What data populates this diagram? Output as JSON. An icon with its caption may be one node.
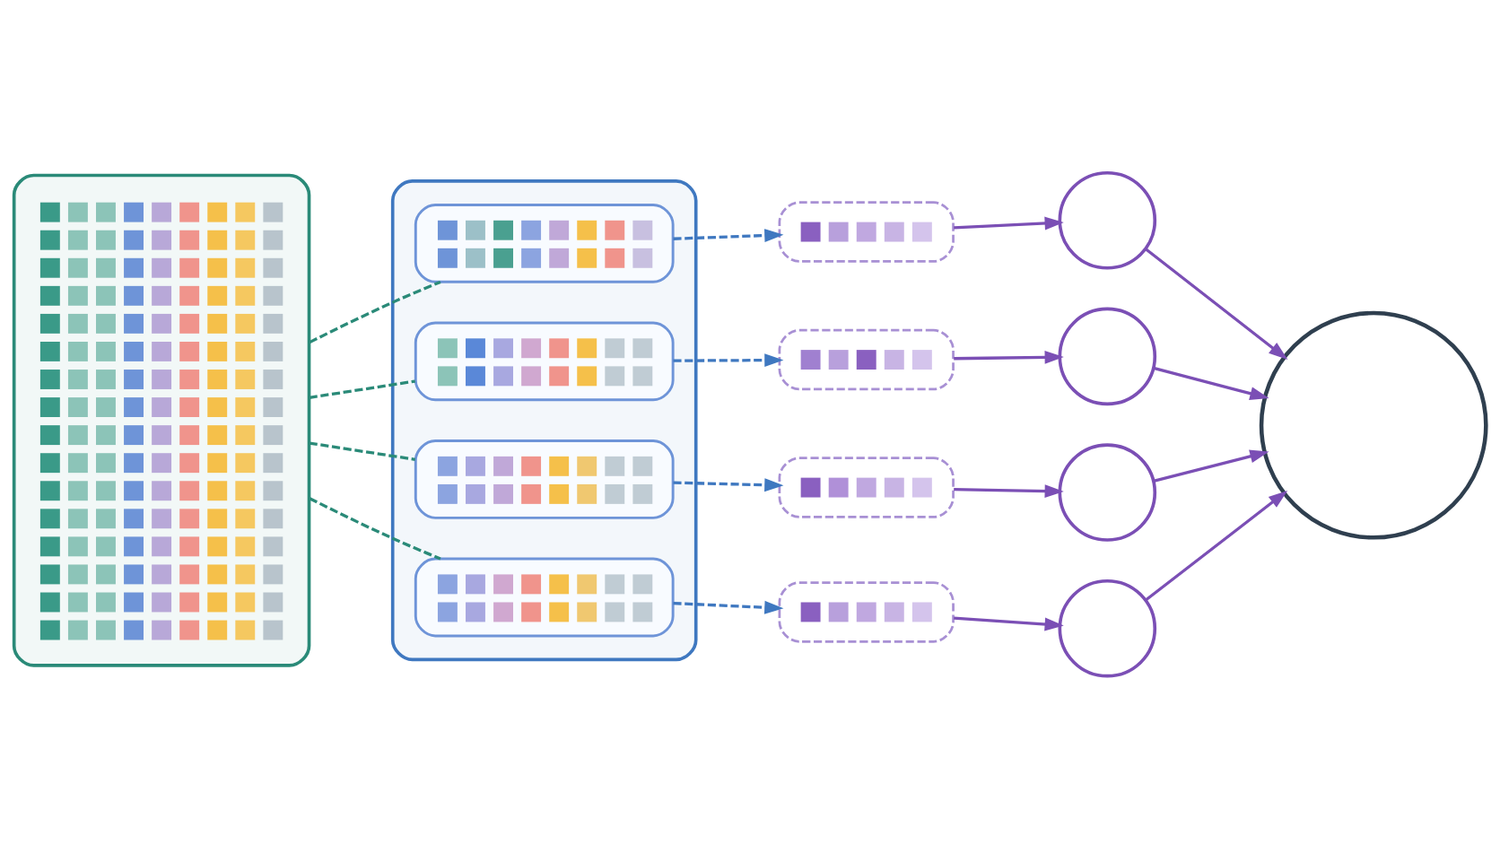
{
  "diagram": {
    "nodes": [
      {
        "text": [],
        "shape": "box"
      },
      {
        "text": [],
        "shape": "box"
      },
      {
        "text": [],
        "shape": "box",
        "in": 1
      },
      {
        "text": [],
        "shape": "box",
        "in": 1
      },
      {
        "text": [],
        "shape": "box",
        "in": 1
      },
      {
        "text": [],
        "shape": "box",
        "in": 1
      },
      {
        "text": [],
        "shape": "box"
      },
      {
        "text": [],
        "shape": "box"
      },
      {
        "text": [],
        "shape": "box"
      },
      {
        "text": [],
        "shape": "box"
      },
      {
        "text": [],
        "shape": "circle"
      },
      {
        "text": [],
        "shape": "circle"
      },
      {
        "text": [],
        "shape": "circle"
      },
      {
        "text": [],
        "shape": "circle"
      },
      {
        "text": [],
        "shape": "circle"
      }
    ],
    "edges": [
      {
        "from": 0,
        "to": 2,
        "arrow": "none",
        "style": "dashed",
        "color": "#2a8a78"
      },
      {
        "from": 0,
        "to": 3,
        "arrow": "none",
        "style": "dashed",
        "color": "#2a8a78"
      },
      {
        "from": 0,
        "to": 4,
        "arrow": "none",
        "style": "dashed",
        "color": "#2a8a78"
      },
      {
        "from": 0,
        "to": 5,
        "arrow": "none",
        "style": "dashed",
        "color": "#2a8a78"
      },
      {
        "from": 2,
        "to": 6,
        "arrow": "to",
        "style": "dashed",
        "color": "#3f78c0"
      },
      {
        "from": 3,
        "to": 7,
        "arrow": "to",
        "style": "dashed",
        "color": "#3f78c0"
      },
      {
        "from": 4,
        "to": 8,
        "arrow": "to",
        "style": "dashed",
        "color": "#3f78c0"
      },
      {
        "from": 5,
        "to": 9,
        "arrow": "to",
        "style": "dashed",
        "color": "#3f78c0"
      },
      {
        "from": 6,
        "to": 10,
        "arrow": "to"
      },
      {
        "from": 7,
        "to": 11,
        "arrow": "to"
      },
      {
        "from": 8,
        "to": 12,
        "arrow": "to"
      },
      {
        "from": 9,
        "to": 13,
        "arrow": "to"
      },
      {
        "from": 10,
        "to": 14,
        "arrow": "to"
      },
      {
        "from": 11,
        "to": 14,
        "arrow": "to"
      },
      {
        "from": 12,
        "to": 14,
        "arrow": "to"
      },
      {
        "from": 13,
        "to": 14,
        "arrow": "to"
      }
    ]
  }
}
